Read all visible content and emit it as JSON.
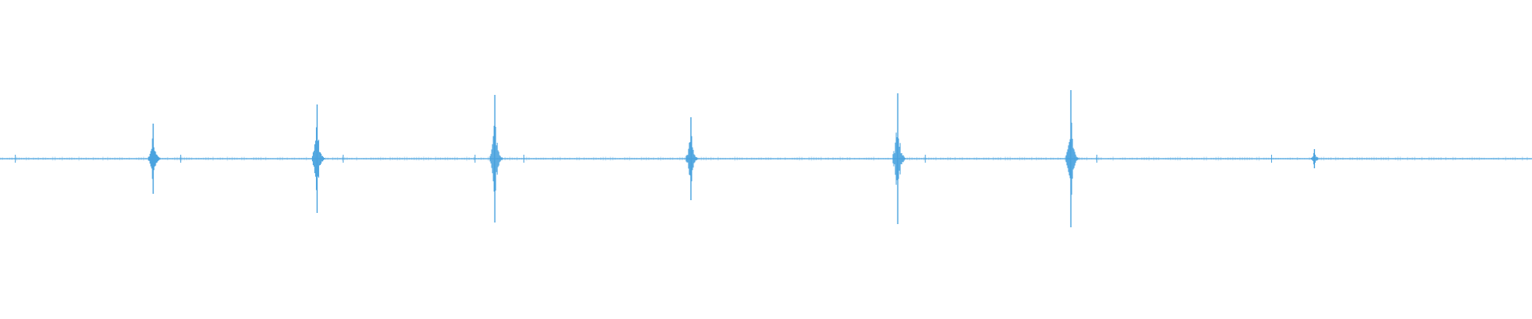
{
  "waveform": {
    "color": "#4aa3df",
    "baseline_amplitude": 0.01,
    "peaks": [
      {
        "position": 0.1,
        "amplitude": 0.22
      },
      {
        "position": 0.207,
        "amplitude": 0.34
      },
      {
        "position": 0.323,
        "amplitude": 0.4
      },
      {
        "position": 0.451,
        "amplitude": 0.26
      },
      {
        "position": 0.586,
        "amplitude": 0.41
      },
      {
        "position": 0.699,
        "amplitude": 0.43
      },
      {
        "position": 0.858,
        "amplitude": 0.06
      }
    ],
    "minor_spikes": [
      0.01,
      0.118,
      0.224,
      0.31,
      0.342,
      0.604,
      0.716,
      0.83
    ]
  }
}
